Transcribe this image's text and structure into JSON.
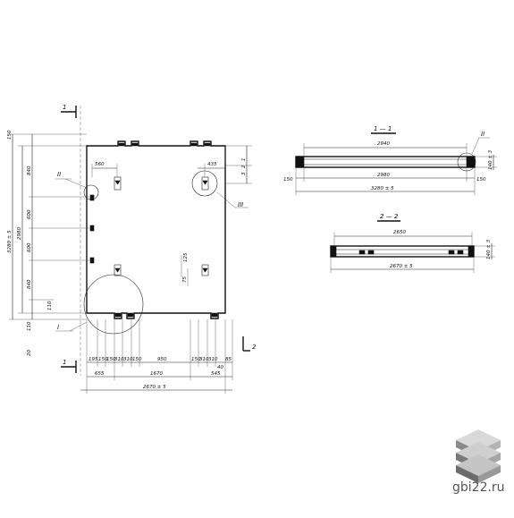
{
  "plan": {
    "section_mark_top": "1",
    "section_mark_bottom": "1",
    "section_mark_right": "2",
    "node_I": "I",
    "node_II": "II",
    "node_III": "III",
    "left_dims": [
      "150",
      "840",
      "600",
      "2980",
      "600",
      "840",
      "110",
      "3280 ± 5",
      "110",
      "20"
    ],
    "top_dims": [
      "560",
      "435"
    ],
    "right_dims": [
      "1",
      "2",
      "3"
    ],
    "bottom_dims_row1": [
      "195",
      "150",
      "150",
      "310",
      "310",
      "150",
      "950",
      "150",
      "310",
      "310",
      "85",
      "40"
    ],
    "bottom_dims_row2": [
      "655",
      "1670",
      "545"
    ],
    "overall_width": "2670 ± 5",
    "inner_dims": [
      "125",
      "75"
    ]
  },
  "section_1": {
    "title": "1 — 1",
    "top_dim": "2940",
    "bottom_dim": "2980",
    "overall": "3280 ± 5",
    "left_dim": "150",
    "right_dim": "150",
    "height": "140 ± 3",
    "node": "II"
  },
  "section_2": {
    "title": "2 — 2",
    "top_dim": "2650",
    "overall": "2670 ± 5",
    "height": "140 ± 3"
  },
  "watermark": {
    "text": "gbi22.ru",
    "icon": "stacked-slabs-icon"
  }
}
